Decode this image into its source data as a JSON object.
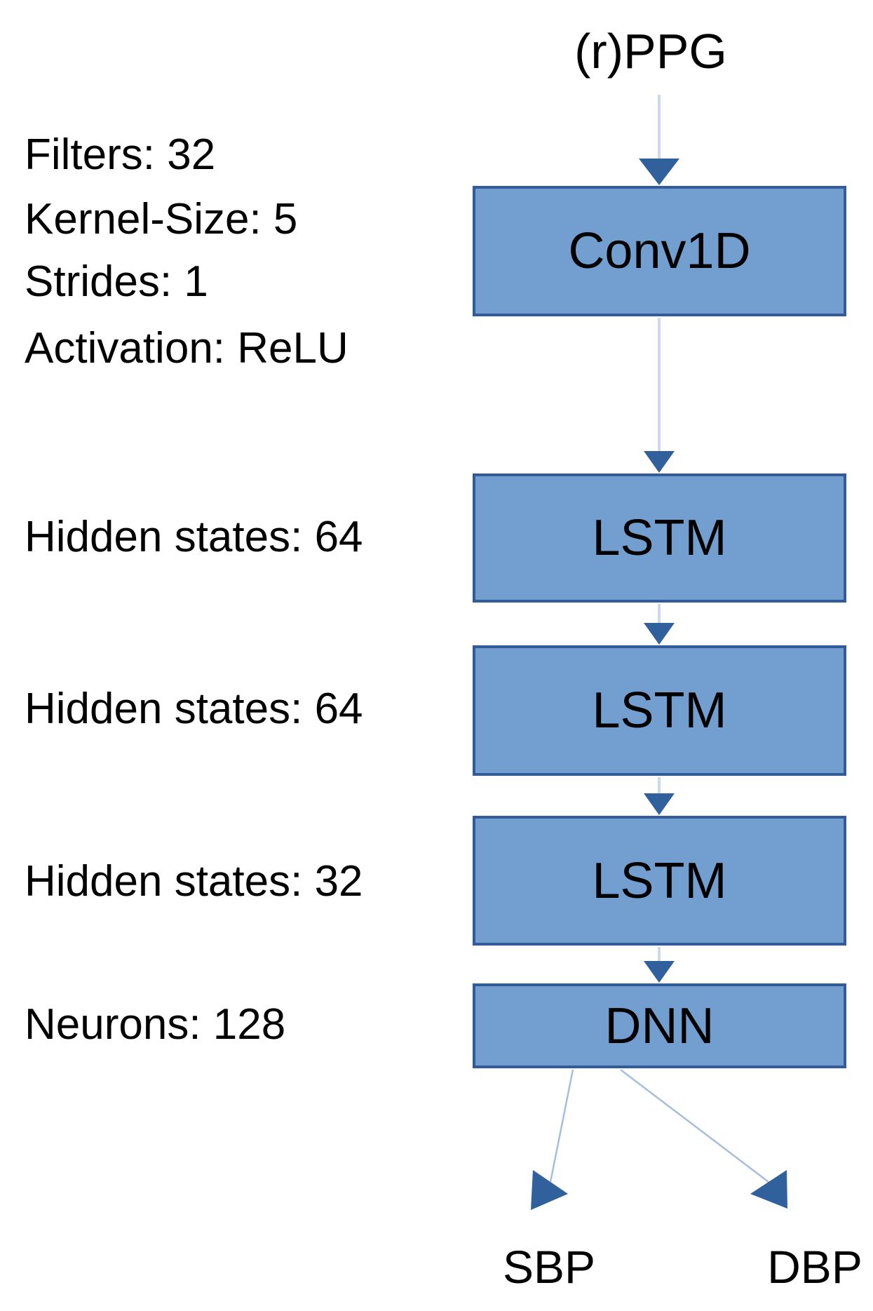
{
  "input_label": "(r)PPG",
  "layers": [
    {
      "name": "Conv1D",
      "params": [
        "Filters: 32",
        "Kernel-Size: 5",
        "Strides: 1",
        "Activation: ReLU"
      ]
    },
    {
      "name": "LSTM",
      "params": [
        "Hidden states: 64"
      ]
    },
    {
      "name": "LSTM",
      "params": [
        "Hidden states: 64"
      ]
    },
    {
      "name": "LSTM",
      "params": [
        "Hidden states: 32"
      ]
    },
    {
      "name": "DNN",
      "params": [
        "Neurons: 128"
      ]
    }
  ],
  "outputs": [
    {
      "label": "SBP"
    },
    {
      "label": "DBP"
    }
  ],
  "colors": {
    "background": "#ffffff",
    "text": "#000000",
    "box-fill": "#729fcf",
    "box-border": "#315c99",
    "arrowhead": "#30619c",
    "connector-line": "#ccd9ec",
    "diagonal-line": "#a6bedd"
  }
}
